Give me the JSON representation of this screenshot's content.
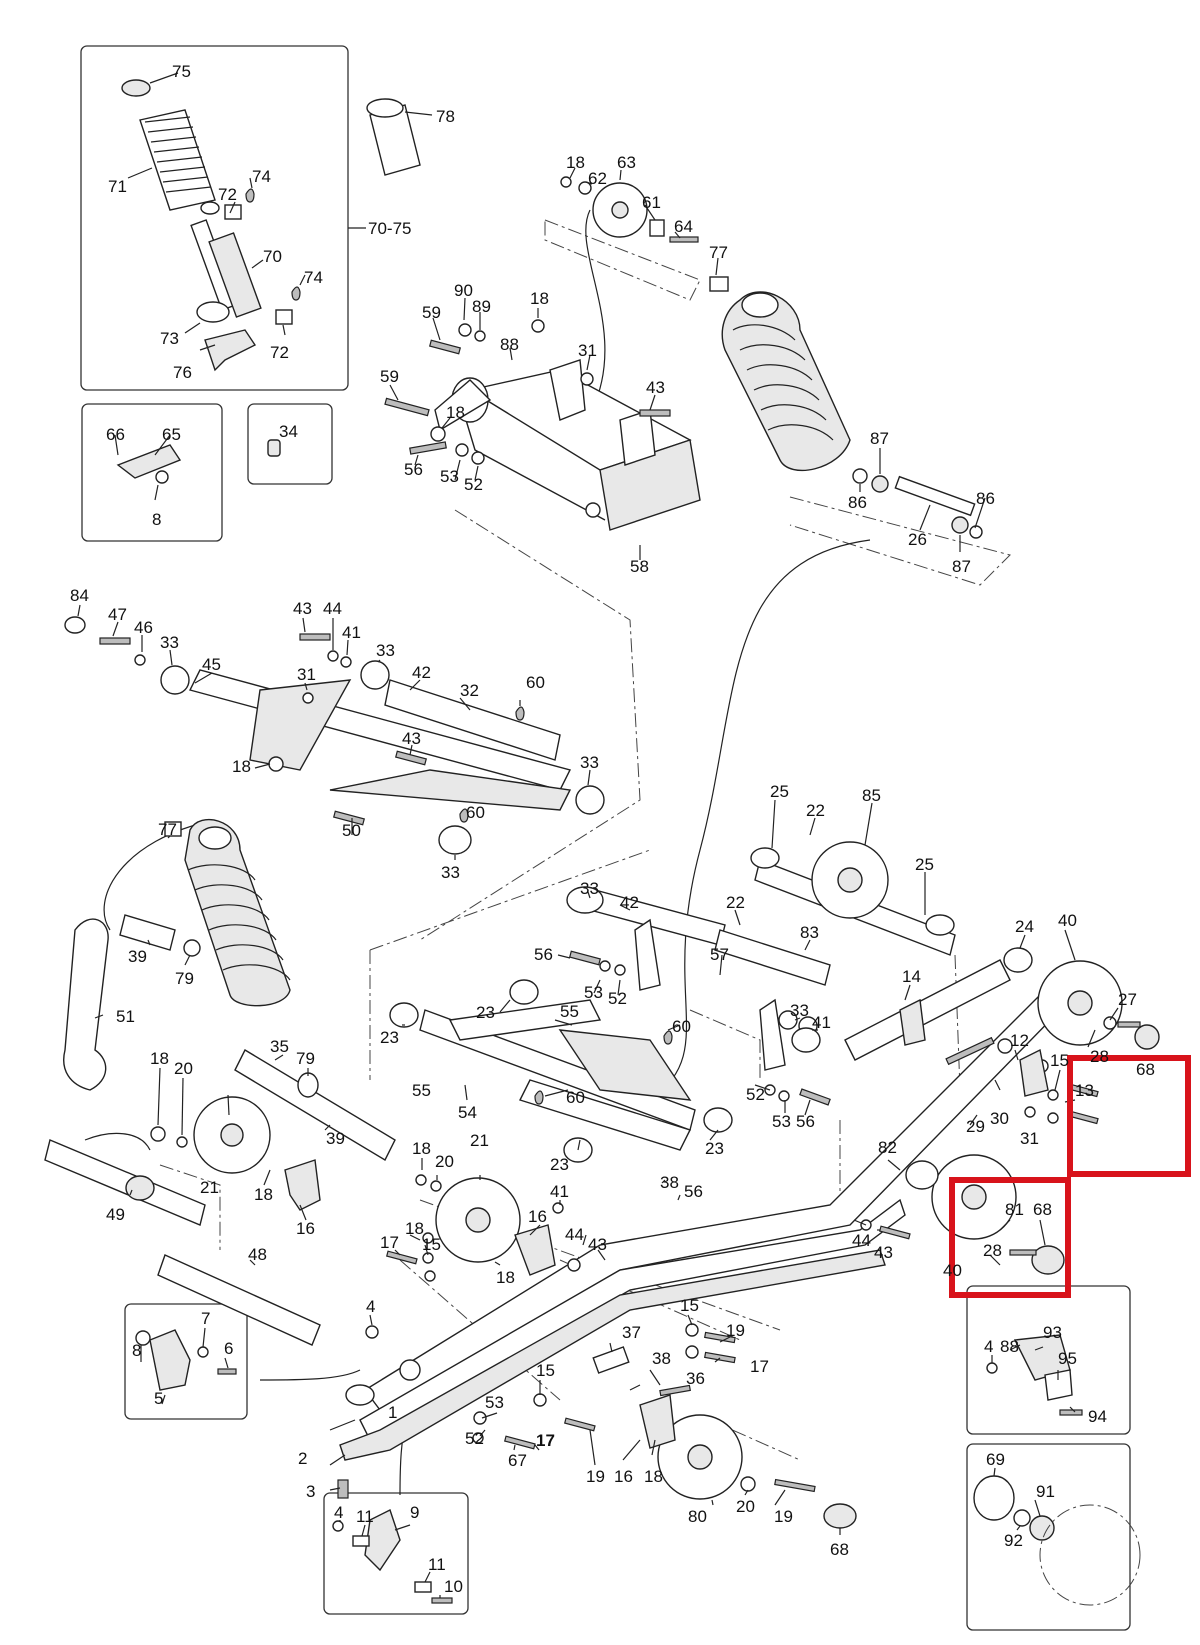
{
  "labels": {
    "l75": "75",
    "l78": "78",
    "l71": "71",
    "l72a": "72",
    "l74a": "74",
    "l70": "70",
    "l74b": "74",
    "l73": "73",
    "l76": "76",
    "l72b": "72",
    "l7075": "70-75",
    "l66": "66",
    "l65": "65",
    "l8a": "8",
    "l34": "34",
    "l18a": "18",
    "l62": "62",
    "l63": "63",
    "l61": "61",
    "l64": "64",
    "l77a": "77",
    "l90": "90",
    "l89": "89",
    "l18b": "18",
    "l59a": "59",
    "l88a": "88",
    "l31a": "31",
    "l59b": "59",
    "l43a": "43",
    "l18c": "18",
    "l56a": "56",
    "l53a": "53",
    "l52a": "52",
    "l58": "58",
    "l87a": "87",
    "l86a": "86",
    "l86b": "86",
    "l26": "26",
    "l87b": "87",
    "l84": "84",
    "l47": "47",
    "l46": "46",
    "l33a": "33",
    "l45": "45",
    "l43b": "43",
    "l44a": "44",
    "l41a": "41",
    "l33b": "33",
    "l42a": "42",
    "l31b": "31",
    "l32": "32",
    "l60a": "60",
    "l43c": "43",
    "l18d": "18",
    "l33c": "33",
    "l60b": "60",
    "l50": "50",
    "l33d": "33",
    "l25a": "25",
    "l22a": "22",
    "l85": "85",
    "l25b": "25",
    "l77b": "77",
    "l39a": "39",
    "l79a": "79",
    "l51": "51",
    "l33e": "33",
    "l42b": "42",
    "l22b": "22",
    "l83": "83",
    "l56b": "56",
    "l57": "57",
    "l53b": "53",
    "l52b": "52",
    "l24": "24",
    "l40a": "40",
    "l23a": "23",
    "l55a": "55",
    "l60c": "60",
    "l33f": "33",
    "l41b": "41",
    "l14": "14",
    "l27": "27",
    "l28a": "28",
    "l68a": "68",
    "l23b": "23",
    "l55b": "55",
    "l60d": "60",
    "l54": "54",
    "l52c": "52",
    "l53c": "53",
    "l56c": "56",
    "l12": "12",
    "l15a": "15",
    "l13": "13",
    "l35": "35",
    "l79b": "79",
    "l39b": "39",
    "l18e": "18",
    "l20a": "20",
    "l21a": "21",
    "l23c": "23",
    "l23d": "23",
    "l29": "29",
    "l30": "30",
    "l31c": "31",
    "l18f": "18",
    "l16a": "16",
    "l18g": "18",
    "l20b": "20",
    "l21b": "21",
    "l38a": "38",
    "l56d": "56",
    "l82": "82",
    "l81": "81",
    "l68b": "68",
    "l49": "49",
    "l41c": "41",
    "l16b": "16",
    "l44b": "44",
    "l43d": "43",
    "l44c": "44",
    "l43e": "43",
    "l18h": "18",
    "l17a": "17",
    "l15b": "15",
    "l18i": "18",
    "l28b": "28",
    "l40b": "40",
    "l48": "48",
    "l4a": "4",
    "l7": "7",
    "l8b": "8",
    "l6": "6",
    "l5": "5",
    "l37": "37",
    "l38b": "38",
    "l15c": "15",
    "l19a": "19",
    "l17b": "17",
    "l36": "36",
    "l4b": "4",
    "l88b": "88",
    "l93": "93",
    "l95": "95",
    "l94": "94",
    "l1": "1",
    "l2": "2",
    "l3": "3",
    "l15d": "15",
    "l53d": "53",
    "l52d": "52",
    "l67": "67",
    "l17c": "17",
    "l19b": "19",
    "l16c": "16",
    "l18j": "18",
    "l80": "80",
    "l20c": "20",
    "l19c": "19",
    "l68c": "68",
    "l69": "69",
    "l91": "91",
    "l92": "92",
    "l4c": "4",
    "l11a": "11",
    "l9": "9",
    "l11b": "11",
    "l10": "10"
  },
  "highlight_color": "#d8131b"
}
